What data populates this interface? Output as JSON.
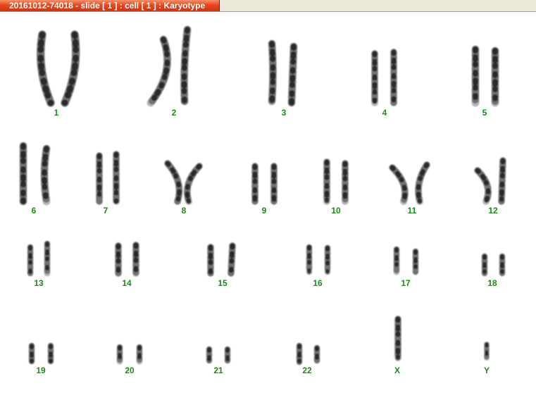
{
  "window": {
    "title": "20161012-74018 - slide [ 1 ] : cell [ 1 ] : Karyotype"
  },
  "karyotype": {
    "labels": [
      "1",
      "2",
      "3",
      "4",
      "5",
      "6",
      "7",
      "8",
      "9",
      "10",
      "11",
      "12",
      "13",
      "14",
      "15",
      "16",
      "17",
      "18",
      "19",
      "20",
      "21",
      "22",
      "X",
      "Y"
    ],
    "label_color": "#1a8a1a"
  }
}
